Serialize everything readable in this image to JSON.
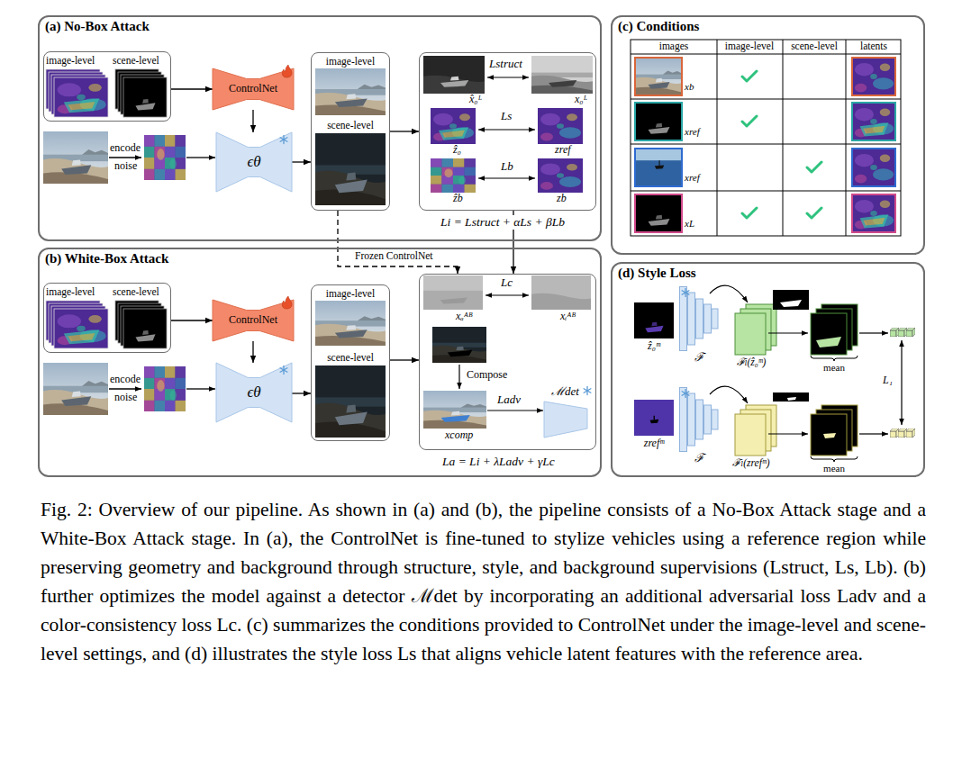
{
  "diagram": {
    "caption": "Fig. 2: Overview of our pipeline. As shown in (a) and (b), the pipeline consists of a No-Box Attack stage and a White-Box Attack stage. In (a), the ControlNet is fine-tuned to stylize vehicles using a reference region while preserving geometry and background through structure, style, and background supervisions (Lstruct, Ls, Lb). (b) further optimizes the model against a detector ℳdet by incorporating an additional adversarial loss Ladv and a color-consistency loss Lc. (c) summarizes the conditions provided to ControlNet under the image-level and scene-level settings, and (d) illustrates the style loss Ls that aligns vehicle latent features with the reference area.",
    "nodes": [
      {
        "text": [
          "(a) No-Box Attack"
        ]
      },
      {
        "text": [
          "image-level",
          "scene-level"
        ],
        "in": 0
      },
      {
        "text": [
          "ControlNet"
        ],
        "in": 0
      },
      {
        "text": [
          "ϵθ"
        ],
        "in": 0
      },
      {
        "text": [
          "image-level",
          "scene-level"
        ],
        "in": 0
      },
      {
        "text": [
          "Li = Lstruct + αLs + βLb"
        ],
        "in": 0
      },
      {
        "text": [
          "(b) White-Box Attack"
        ]
      },
      {
        "text": [
          "image-level",
          "scene-level"
        ],
        "in": 6
      },
      {
        "text": [
          "ControlNet"
        ],
        "in": 6
      },
      {
        "text": [
          "ϵθ"
        ],
        "in": 6
      },
      {
        "text": [
          "image-level",
          "scene-level"
        ],
        "in": 6
      },
      {
        "text": [
          "La = Li + λLadv + γLc"
        ],
        "in": 6
      },
      {
        "text": [
          "ℳdet"
        ],
        "in": 11
      },
      {
        "text": [
          "(c) Conditions"
        ]
      },
      {
        "text": [
          "(d) Style Loss"
        ]
      }
    ],
    "edges": [
      {
        "from": 1,
        "to": 2,
        "arrow": "to"
      },
      {
        "from": 2,
        "to": 3,
        "arrow": "to"
      },
      {
        "from": 3,
        "to": 4,
        "arrow": "to"
      },
      {
        "from": 4,
        "to": 5,
        "arrow": "to"
      },
      {
        "from": 7,
        "to": 8,
        "arrow": "to"
      },
      {
        "from": 8,
        "to": 9,
        "arrow": "to"
      },
      {
        "from": 9,
        "to": 10,
        "arrow": "to"
      },
      {
        "from": 10,
        "to": 11,
        "arrow": "to"
      },
      {
        "from": 4,
        "to": 11,
        "label": "Frozen ControlNet",
        "arrow": "to"
      },
      {
        "from": 5,
        "to": 11,
        "arrow": "to"
      }
    ],
    "labels": [
      "encode",
      "noise",
      "x̂₀ᴸ",
      "Lstruct",
      "x₀ᴸ",
      "ẑ₀",
      "Ls",
      "zref",
      "ẑb",
      "Lb",
      "zb",
      "encode",
      "noise",
      "Lc",
      "xₐᴬᴮ",
      "xᵢᴬᴮ",
      "Compose",
      "xcomp",
      "Ladv",
      "images",
      "image-level",
      "scene-level",
      "latents",
      "xb",
      "xref",
      "xref",
      "xL",
      "ẑ₀ᵐ",
      "ℱ",
      "ℱₗ(ẑ₀ᵐ)",
      "mean",
      "L₁",
      "zrefᵐ",
      "ℱ",
      "ℱₗ(zrefᵐ)",
      "mean"
    ]
  }
}
